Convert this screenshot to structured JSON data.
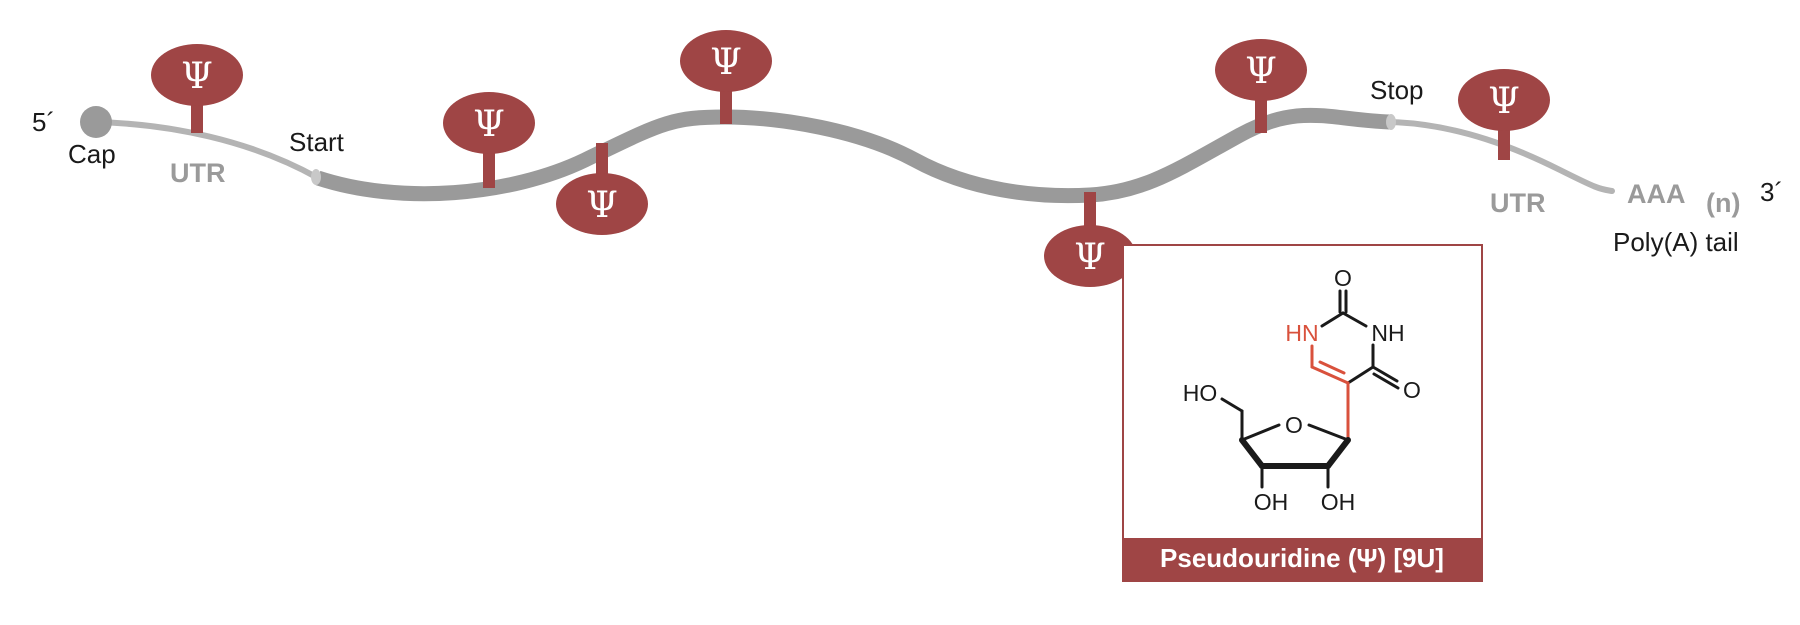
{
  "colors": {
    "modification": "#9f4545",
    "strand": "#9a9a9a",
    "utr_strand": "#b4b4b4",
    "highlight": "#d9513c",
    "text": "#1a1a1a",
    "utr_text": "#9a9a9a"
  },
  "ends": {
    "five_prime": "5´",
    "three_prime": "3´"
  },
  "labels": {
    "cap": "Cap",
    "utr_5": "UTR",
    "start": "Start",
    "stop": "Stop",
    "utr_3": "UTR",
    "poly_a": "AAA",
    "poly_a_sub": "(n)",
    "poly_a_tail": "Poly(A) tail"
  },
  "modification_symbol": "Ψ",
  "inset": {
    "caption": "Pseudouridine (Ψ) [9U]",
    "atoms": {
      "o_top": "O",
      "nh": "NH",
      "hn": "HN",
      "o_right": "O",
      "ring_o": "O",
      "ho": "HO",
      "oh_left": "OH",
      "oh_right": "OH"
    }
  }
}
